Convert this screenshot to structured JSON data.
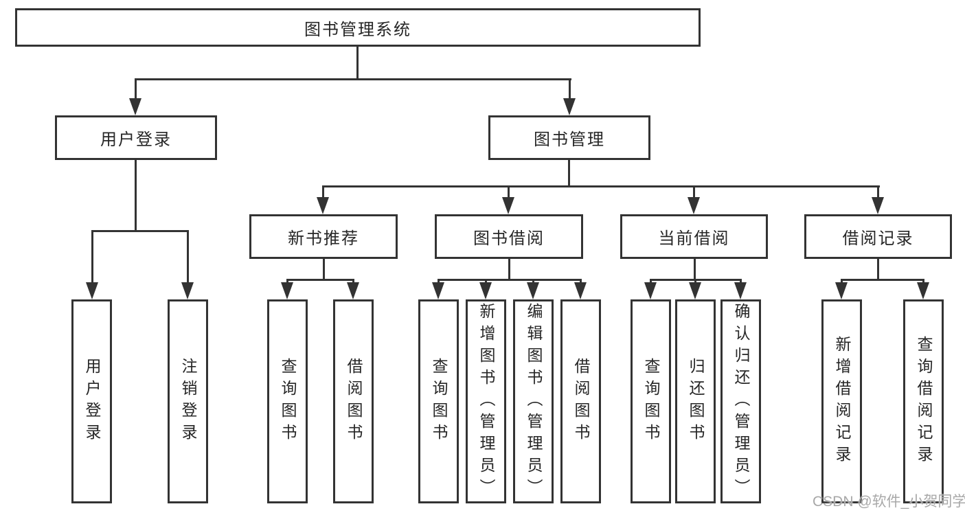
{
  "diagram": {
    "root": {
      "label": "图书管理系统"
    },
    "branches": [
      {
        "label": "用户登录",
        "children": [
          {
            "label": "用户登录"
          },
          {
            "label": "注销登录"
          }
        ]
      },
      {
        "label": "图书管理",
        "sections": [
          {
            "label": "新书推荐",
            "children": [
              {
                "label": "查询图书"
              },
              {
                "label": "借阅图书"
              }
            ]
          },
          {
            "label": "图书借阅",
            "children": [
              {
                "label": "查询图书"
              },
              {
                "label": "新增图书（管理员）"
              },
              {
                "label": "编辑图书（管理员）"
              },
              {
                "label": "借阅图书"
              }
            ]
          },
          {
            "label": "当前借阅",
            "children": [
              {
                "label": "查询图书"
              },
              {
                "label": "归还图书"
              },
              {
                "label": "确认归还（管理员）"
              }
            ]
          },
          {
            "label": "借阅记录",
            "children": [
              {
                "label": "新增借阅记录"
              },
              {
                "label": "查询借阅记录"
              }
            ]
          }
        ]
      }
    ]
  },
  "watermark": {
    "text": "CSDN @软件_小贺同学"
  },
  "colors": {
    "line": "#333333",
    "text": "#262626",
    "watermark": "#a8a8a8",
    "background": "#ffffff"
  }
}
